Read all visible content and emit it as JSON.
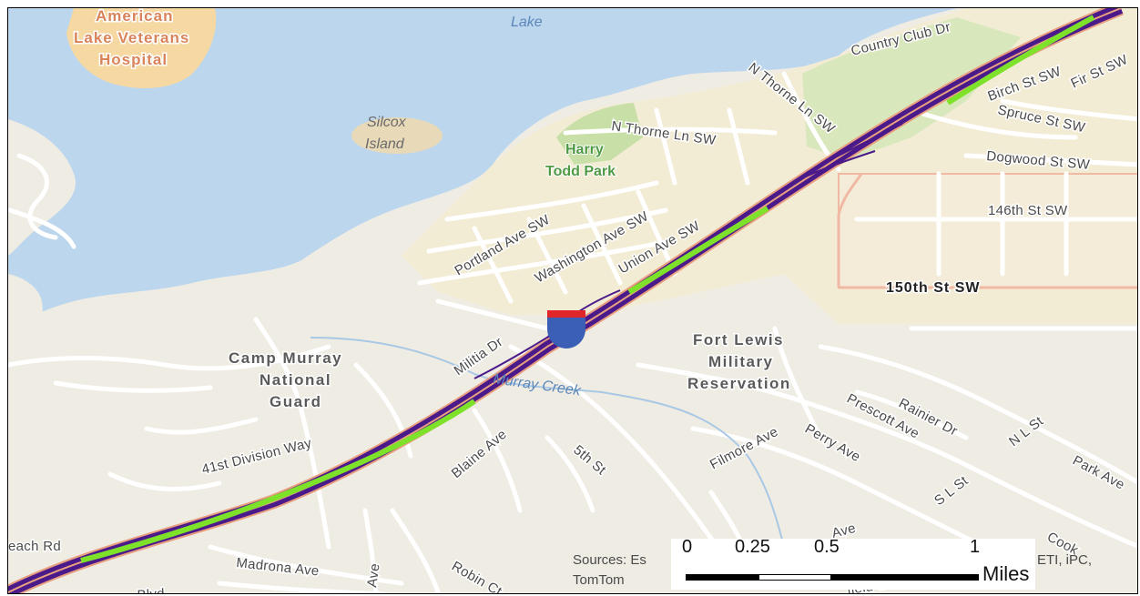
{
  "map": {
    "labels": {
      "water": "Lake",
      "island_line1": "Silcox",
      "island_line2": "Island",
      "hospital_line1": "American",
      "hospital_line2": "Lake Veterans",
      "hospital_line3": "Hospital",
      "park_line1": "Harry",
      "park_line2": "Todd Park",
      "camp_line1": "Camp Murray",
      "camp_line2": "National",
      "camp_line3": "Guard",
      "fort_line1": "Fort Lewis",
      "fort_line2": "Military",
      "fort_line3": "Reservation",
      "creek": "Murray Creek"
    },
    "roads": {
      "country_club": "Country Club Dr",
      "n_thorne_1": "N Thorne Ln SW",
      "n_thorne_2": "N Thorne Ln SW",
      "portland": "Portland Ave SW",
      "washington": "Washington Ave SW",
      "union": "Union Ave SW",
      "militia": "Militia Dr",
      "division": "41st Division Way",
      "beach": "each Rd",
      "madrona": "Madrona Ave",
      "blaine": "Blaine Ave",
      "fifth": "5th St",
      "robin": "Robin Ct",
      "filmore": "Filmore Ave",
      "perry": "Perry Ave",
      "prescott": "Prescott Ave",
      "rainier": "Rainier Dr",
      "nl": "N L St",
      "park_ave": "Park Ave",
      "sl": "S L St",
      "birch": "Birch St SW",
      "fir": "Fir St SW",
      "spruce": "Spruce St SW",
      "dogwood": "Dogwood St SW",
      "st146": "146th St SW",
      "st150": "150th St SW",
      "ave_partial": "Ave",
      "ave_vertical": "Ave",
      "blvd_partial": "Blvd",
      "cook": "Cook",
      "field_partial": "field St"
    },
    "colors": {
      "water": "#bcd6ee",
      "land": "#efece4",
      "urban": "#f3ecd5",
      "park": "#c8dfa8",
      "hospital": "#f6d8a2",
      "route_green": "#7ee22a",
      "route_purple": "#4b1a8a",
      "highway_edge": "#e8a080"
    }
  },
  "scale": {
    "ticks": [
      "0",
      "0.25",
      "0.5",
      "1"
    ],
    "unit": "Miles"
  },
  "attribution": {
    "line1_left": "Sources: Es",
    "line1_right": "ETI, iPC,",
    "line2": "TomTom"
  }
}
